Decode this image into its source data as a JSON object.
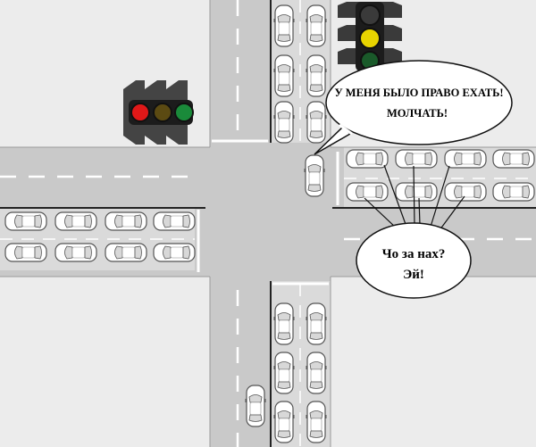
{
  "speech": {
    "top_line1": "У МЕНЯ БЫЛО ПРАВО ЕХАТЬ!",
    "top_line2": "МОЛЧАТЬ!",
    "right_line1": "Чо за нах?",
    "right_line2": "Эй!"
  },
  "traffic_lights": {
    "top_right": {
      "active": "yellow"
    },
    "left": {
      "active": "red"
    }
  },
  "colors": {
    "road": "#c9c9c9",
    "sidewalk": "#ececec",
    "lane_mark": "#ffffff",
    "curb": "#222222",
    "light_red": "#e01818",
    "light_yellow": "#e8d400",
    "light_green": "#1a8a3a"
  },
  "icons": [
    "car-icon",
    "traffic-light-icon",
    "speech-bubble-icon"
  ]
}
